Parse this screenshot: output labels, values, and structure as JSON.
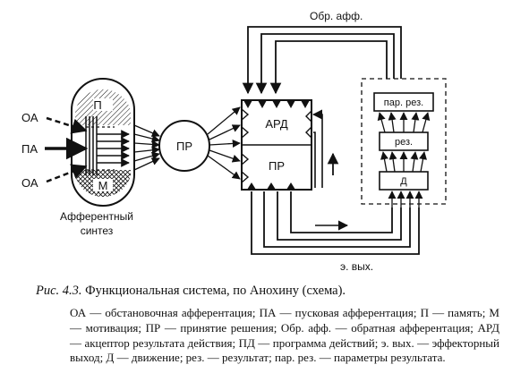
{
  "labels": {
    "oa": "ОА",
    "pa": "ПА",
    "memory": "П",
    "motivation": "М",
    "afferent_synthesis": "Афферентный синтез",
    "pr": "ПР",
    "ard": "АРД",
    "obr_aff": "Обр. афф.",
    "par_rez": "пар. рез.",
    "rez": "рез.",
    "d": "Д",
    "e_vyh": "э. вых."
  },
  "caption": {
    "figure": "Рис. 4.3.",
    "title": "Функциональная система, по Анохину (схема)."
  },
  "legend": "ОА — обстановочная афферентация; ПА — пусковая афферентация; П — память; М — мотивация; ПР — принятие решения; Обр. афф. — обратная афферентация; АРД — акцептор результата действия; ПД — программа действий; э. вых. — эффекторный выход; Д — движение; рез. — результат; пар. рез. — параметры результата."
}
